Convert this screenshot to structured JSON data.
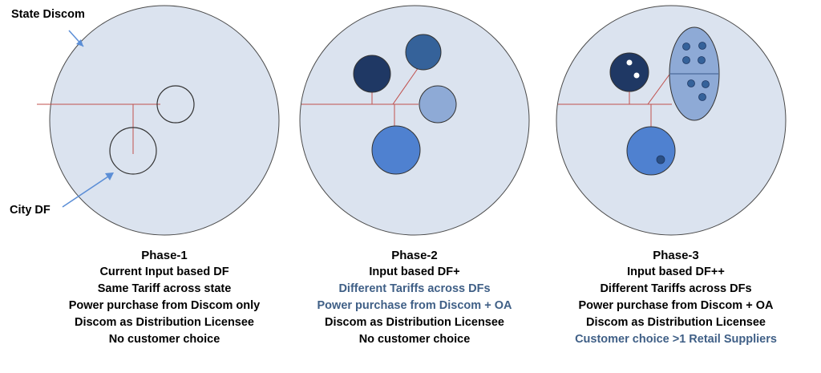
{
  "labels": {
    "state_discom": "State Discom",
    "city_df": "City DF"
  },
  "phases": [
    {
      "title": "Phase-1",
      "lines": [
        {
          "text": "Current Input based DF",
          "highlight": false
        },
        {
          "text": "Same Tariff across state",
          "highlight": false
        },
        {
          "text": "Power purchase from Discom only",
          "highlight": false
        },
        {
          "text": "Discom as Distribution Licensee",
          "highlight": false
        },
        {
          "text": "No customer choice",
          "highlight": false
        }
      ]
    },
    {
      "title": "Phase-2",
      "lines": [
        {
          "text": "Input based DF+",
          "highlight": false
        },
        {
          "text": "Different Tariffs across DFs",
          "highlight": true
        },
        {
          "text": "Power purchase from Discom + OA",
          "highlight": true
        },
        {
          "text": "Discom as Distribution Licensee",
          "highlight": false
        },
        {
          "text": "No customer  choice",
          "highlight": false
        }
      ]
    },
    {
      "title": "Phase-3",
      "lines": [
        {
          "text": "Input based DF++",
          "highlight": false
        },
        {
          "text": "Different Tariffs across DFs",
          "highlight": false
        },
        {
          "text": "Power purchase from Discom + OA",
          "highlight": false
        },
        {
          "text": "Discom as Distribution Licensee",
          "highlight": false
        },
        {
          "text": "Customer choice >1 Retail Suppliers",
          "highlight": true
        }
      ]
    }
  ],
  "colors": {
    "big_circle_fill": "#dbe3ef",
    "big_circle_stroke": "#4a4a4a",
    "connector": "#c0504d",
    "navy": "#1f3864",
    "steel_blue": "#35629a",
    "light_blue": "#8eaad6",
    "mid_blue": "#4f81d0",
    "ellipse_fill": "#8eaad6",
    "arrow": "#5b8ed6",
    "highlight_text": "#3f5f86"
  }
}
